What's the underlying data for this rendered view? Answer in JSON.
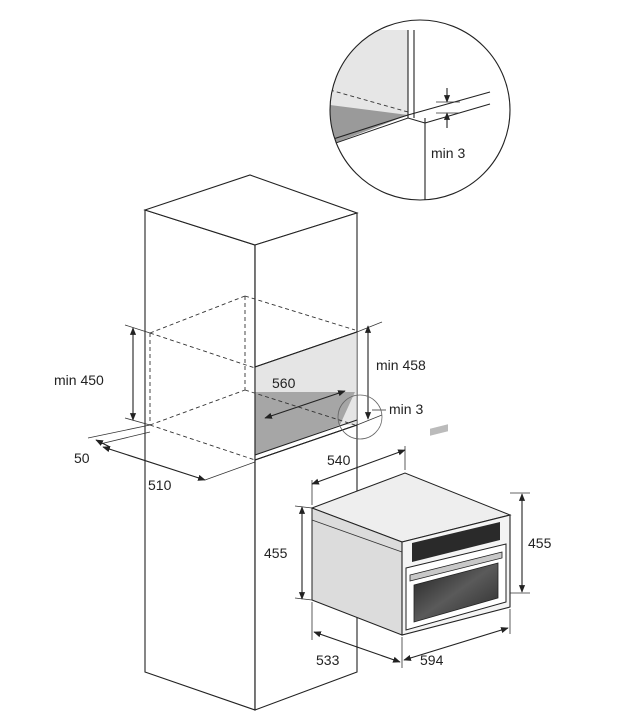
{
  "labels": {
    "detail_min_gap": "min 3",
    "niche_height_min": "min 450",
    "opening_height_min": "min 458",
    "gap_min": "min 3",
    "niche_width": "560",
    "front_offset": "50",
    "niche_depth": "510",
    "oven_depth_top": "540",
    "oven_height_left": "455",
    "oven_height_right": "455",
    "oven_depth_bottom": "533",
    "oven_width": "594"
  },
  "colors": {
    "line": "#222222",
    "niche_shadow": "#a6a6a6",
    "oven_side": "#dcdcdc",
    "oven_top": "#eeeeee",
    "glass": "#3a3a3a"
  }
}
